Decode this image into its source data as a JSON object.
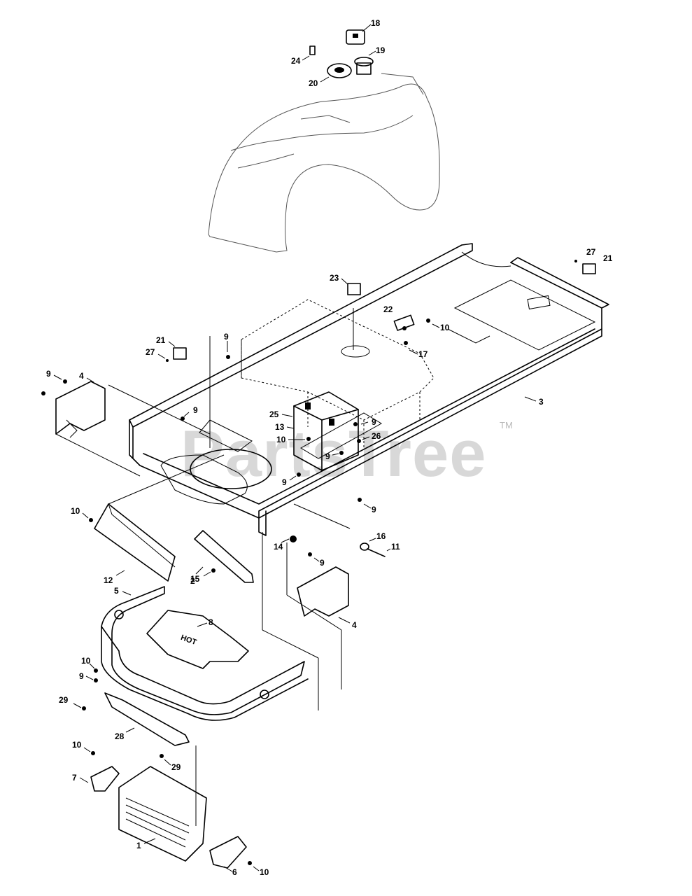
{
  "watermark": {
    "text": "PartsTree",
    "trademark": "TM"
  },
  "heat_shield_text": "HOT",
  "callouts": [
    {
      "id": "c18",
      "label": "18"
    },
    {
      "id": "c19",
      "label": "19"
    },
    {
      "id": "c24",
      "label": "24"
    },
    {
      "id": "c20",
      "label": "20"
    },
    {
      "id": "c27a",
      "label": "27"
    },
    {
      "id": "c21a",
      "label": "21"
    },
    {
      "id": "c23",
      "label": "23"
    },
    {
      "id": "c22",
      "label": "22"
    },
    {
      "id": "c10a",
      "label": "10"
    },
    {
      "id": "c17",
      "label": "17"
    },
    {
      "id": "c21b",
      "label": "21"
    },
    {
      "id": "c27b",
      "label": "27"
    },
    {
      "id": "c9a",
      "label": "9"
    },
    {
      "id": "c9b",
      "label": "9"
    },
    {
      "id": "c4a",
      "label": "4"
    },
    {
      "id": "c9c",
      "label": "9"
    },
    {
      "id": "c3",
      "label": "3"
    },
    {
      "id": "c25",
      "label": "25"
    },
    {
      "id": "c13",
      "label": "13"
    },
    {
      "id": "c10b",
      "label": "10"
    },
    {
      "id": "c9d",
      "label": "9"
    },
    {
      "id": "c26",
      "label": "26"
    },
    {
      "id": "c9e",
      "label": "9"
    },
    {
      "id": "c9f",
      "label": "9"
    },
    {
      "id": "c10c",
      "label": "10"
    },
    {
      "id": "c9g",
      "label": "9"
    },
    {
      "id": "c12",
      "label": "12"
    },
    {
      "id": "c2",
      "label": "2"
    },
    {
      "id": "c14",
      "label": "14"
    },
    {
      "id": "c16",
      "label": "16"
    },
    {
      "id": "c11",
      "label": "11"
    },
    {
      "id": "c9h",
      "label": "9"
    },
    {
      "id": "c15",
      "label": "15"
    },
    {
      "id": "c5",
      "label": "5"
    },
    {
      "id": "c8",
      "label": "8"
    },
    {
      "id": "c4b",
      "label": "4"
    },
    {
      "id": "c10d",
      "label": "10"
    },
    {
      "id": "c9i",
      "label": "9"
    },
    {
      "id": "c29a",
      "label": "29"
    },
    {
      "id": "c28",
      "label": "28"
    },
    {
      "id": "c10e",
      "label": "10"
    },
    {
      "id": "c29b",
      "label": "29"
    },
    {
      "id": "c7",
      "label": "7"
    },
    {
      "id": "c1",
      "label": "1"
    },
    {
      "id": "c6",
      "label": "6"
    },
    {
      "id": "c10f",
      "label": "10"
    }
  ]
}
